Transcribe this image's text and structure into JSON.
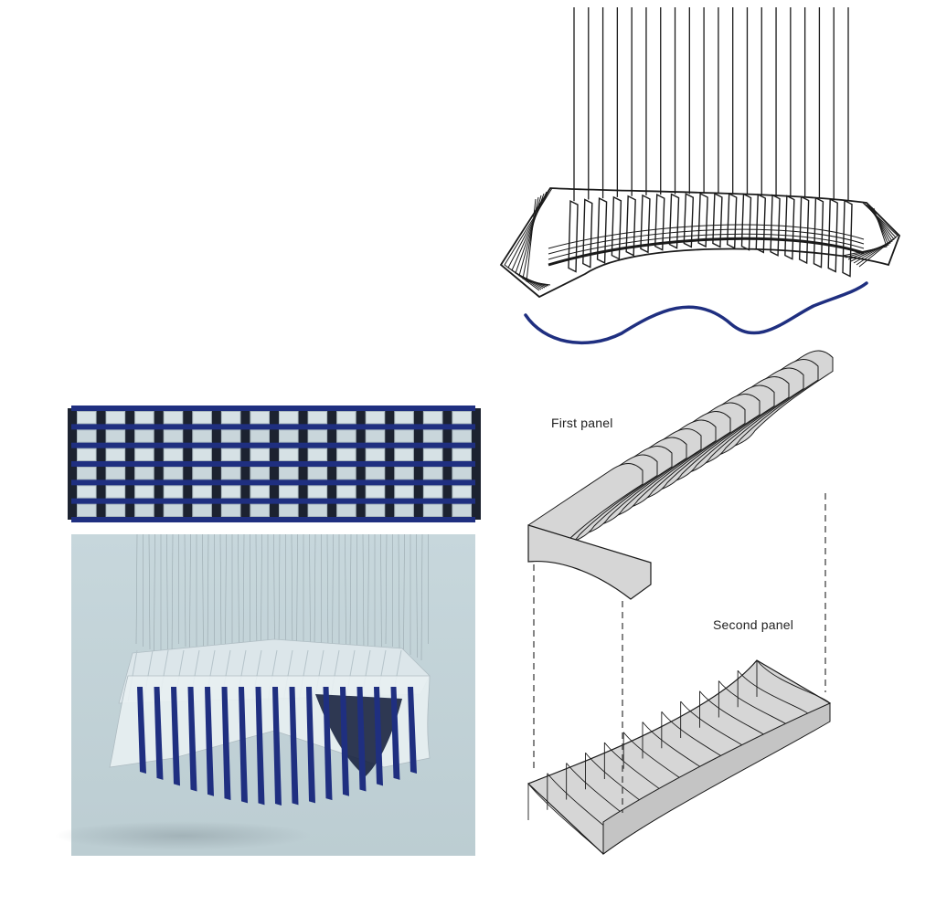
{
  "labels": {
    "first_panel": "First panel",
    "second_panel": "Second panel"
  },
  "colors": {
    "accent_blue": "#1f2f80",
    "render_background": "#c3d3d8",
    "panel_fill": "#d6d6d6",
    "line": "#1a1a1a"
  },
  "top_elevation": {
    "slat_count": 20
  },
  "grid_closeup": {
    "columns": 14,
    "rows": 6
  },
  "first_panel": {
    "fin_count": 14
  },
  "second_panel": {
    "fin_count": 13
  }
}
